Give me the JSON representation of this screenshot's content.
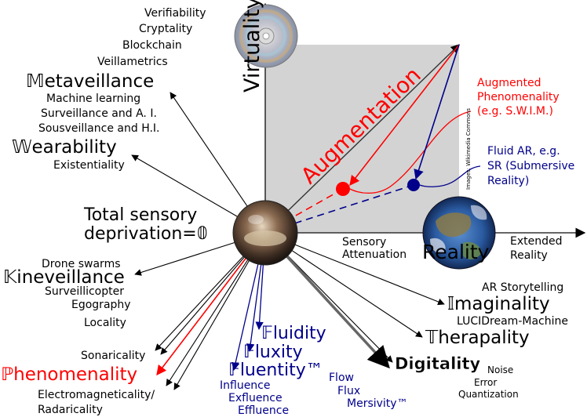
{
  "axes": {
    "vertical": "Virtuality",
    "horizontal_extended": "Extended Reality",
    "horizontal_extended_line1": "Extended",
    "horizontal_extended_line2": "Reality",
    "reality": "Reality"
  },
  "center": {
    "line1": "Total sensory",
    "line2": "deprivation=𝟘"
  },
  "quadrant": {
    "augmentation": "Augmentation",
    "sensory_line1": "Sensory",
    "sensory_line2": "Attenuation",
    "credit": "Images: Wikimedia Commons"
  },
  "augmented_phenomenality": {
    "line1": "Augmented",
    "line2": "Phenomenality",
    "line3": "(e.g. S.W.I.M.)",
    "color": "#ff0000"
  },
  "fluid_ar": {
    "line1": "Fluid AR, e.g.",
    "line2": "SR (Submersive",
    "line3": "Reality)",
    "color": "#00008b"
  },
  "upper_left": {
    "verifiability": "Verifiability",
    "cryptality": "Cryptality",
    "blockchain": "Blockchain",
    "veillametrics": "Veillametrics",
    "metaveillance": "𝕄etaveillance",
    "machine_learning": "Machine learning",
    "surveillance_ai": "Surveillance and A. I.",
    "sousveillance_hi": "Sousveillance and H.I.",
    "wearability": "𝕎earability",
    "existentiality": "Existentiality"
  },
  "left": {
    "drone_swarms": "Drone swarms",
    "kineveillance": "𝕂ineveillance",
    "surveillicopter": "Surveillicopter",
    "egography": "Egography",
    "locality": "Locality",
    "sonaricality": "Sonaricality",
    "phenomenality": "ℙhenomenality",
    "electromagneticality": "Electromagneticality/",
    "radaricality": "Radaricality"
  },
  "fluid": {
    "fluidity": "𝔽luidity",
    "fluxity": "𝔽luxity",
    "fluentity": "𝔽luentity™",
    "influence": "Influence",
    "exfluence": "Exfluence",
    "effluence": "Effluence",
    "flow": "Flow",
    "flux": "Flux",
    "mersivity": "Mersivity™"
  },
  "right": {
    "ar_storytelling": "AR Storytelling",
    "imaginality": "𝕀maginality",
    "lucidream": "LUCIDream-Machine",
    "therapality": "𝕋herapality",
    "digitality": "Digitality",
    "noise": "Noise",
    "error": "Error",
    "quantization": "Quantization"
  },
  "colors": {
    "red": "#ff0000",
    "navy": "#00008b",
    "quadrant_fill": "#d3d3d3",
    "axis": "#333333",
    "text": "#000000"
  }
}
